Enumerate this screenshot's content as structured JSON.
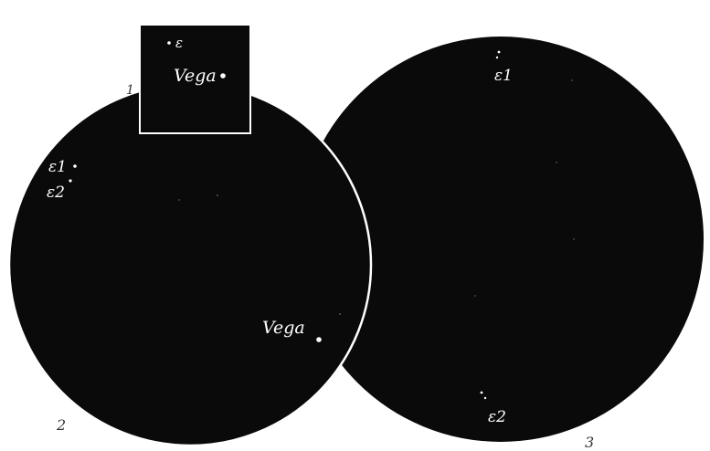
{
  "figure": {
    "panels": [
      {
        "number": "1",
        "labels": {
          "epsilon": "ε",
          "vega": "Vega"
        }
      },
      {
        "number": "2",
        "labels": {
          "epsilon_1": "ε1",
          "epsilon_2": "ε2",
          "vega": "Vega"
        }
      },
      {
        "number": "3",
        "labels": {
          "epsilon_1": "ε1",
          "epsilon_2": "ε2"
        }
      }
    ]
  },
  "colors": {
    "sky": "#0a0a0a",
    "star": "#ffffff",
    "panel_number": "#333333"
  }
}
